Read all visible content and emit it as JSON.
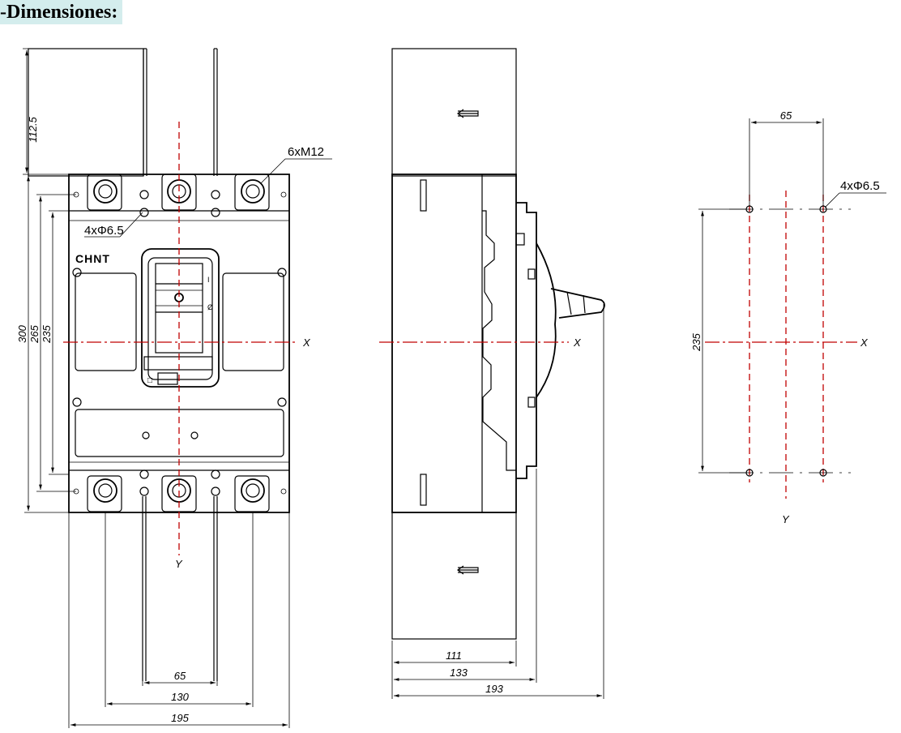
{
  "title": "-Dimensiones:",
  "brand_logo": "CHNT",
  "front_view": {
    "dimensions": {
      "top_extension": "112.5",
      "height_overall": "300",
      "height_mid": "265",
      "height_inner": "235",
      "width_pole": "65",
      "width_pole_span": "130",
      "width_overall": "195"
    },
    "callout_terminals": "6xM12",
    "callout_holes": "4xΦ6.5",
    "axis_x": "X",
    "axis_y": "Y"
  },
  "side_view": {
    "dimensions": {
      "depth_base": "111",
      "depth_cover": "133",
      "depth_handle": "193"
    },
    "axis_x": "X"
  },
  "mounting_view": {
    "dimensions": {
      "hole_spacing_width": "65",
      "hole_spacing_height": "235"
    },
    "callout_holes": "4xΦ6.5",
    "axis_x": "X",
    "axis_y": "Y"
  },
  "colors": {
    "centerline": "#c00000",
    "title_highlight": "#d4eded"
  }
}
